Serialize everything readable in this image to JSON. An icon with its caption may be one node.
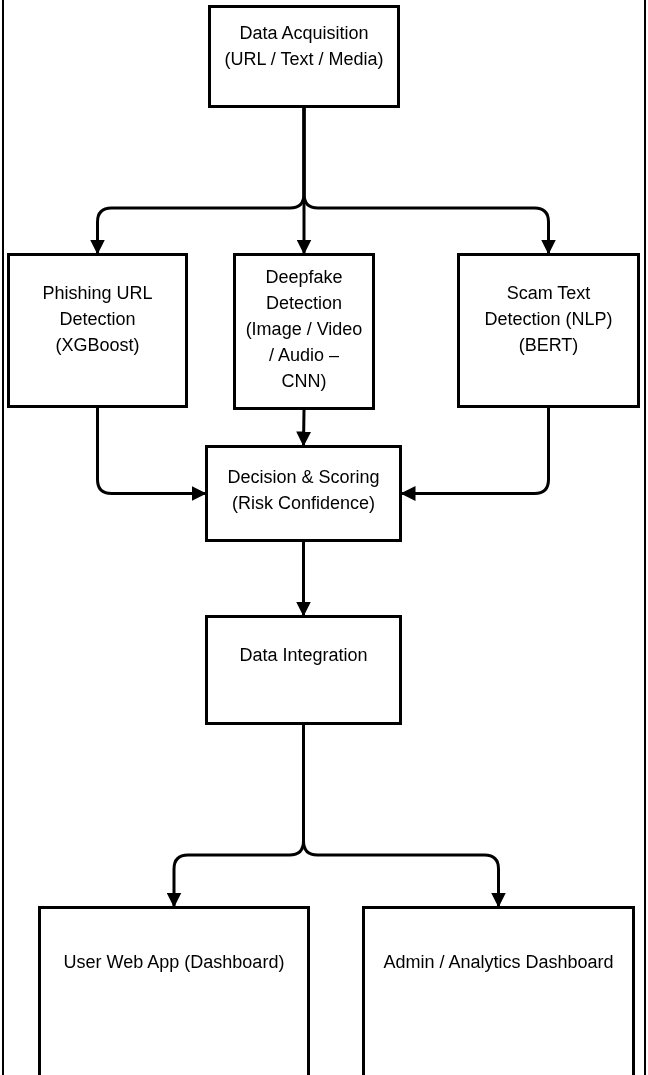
{
  "diagram": {
    "nodes": [
      {
        "text": [
          "Data Acquisition (URL / Text / Media)"
        ]
      },
      {
        "text": [
          "Phishing URL Detection (XGBoost)"
        ]
      },
      {
        "text": [
          "Deepfake Detection (Image / Video / Audio – CNN)"
        ]
      },
      {
        "text": [
          "Scam Text Detection (NLP) (BERT)"
        ]
      },
      {
        "text": [
          "Decision & Scoring (Risk Confidence)"
        ]
      },
      {
        "text": [
          "Data Integration"
        ]
      },
      {
        "text": [
          "User Web App (Dashboard)"
        ]
      },
      {
        "text": [
          "Admin / Analytics Dashboard"
        ]
      }
    ],
    "edges": [
      {
        "from": 0,
        "to": 1,
        "arrow": "to"
      },
      {
        "from": 0,
        "to": 2,
        "arrow": "to"
      },
      {
        "from": 0,
        "to": 3,
        "arrow": "to"
      },
      {
        "from": 1,
        "to": 4,
        "arrow": "to"
      },
      {
        "from": 2,
        "to": 4,
        "arrow": "to"
      },
      {
        "from": 3,
        "to": 4,
        "arrow": "to"
      },
      {
        "from": 4,
        "to": 5,
        "arrow": "to"
      },
      {
        "from": 5,
        "to": 6,
        "arrow": "to"
      },
      {
        "from": 5,
        "to": 7,
        "arrow": "to"
      }
    ]
  }
}
